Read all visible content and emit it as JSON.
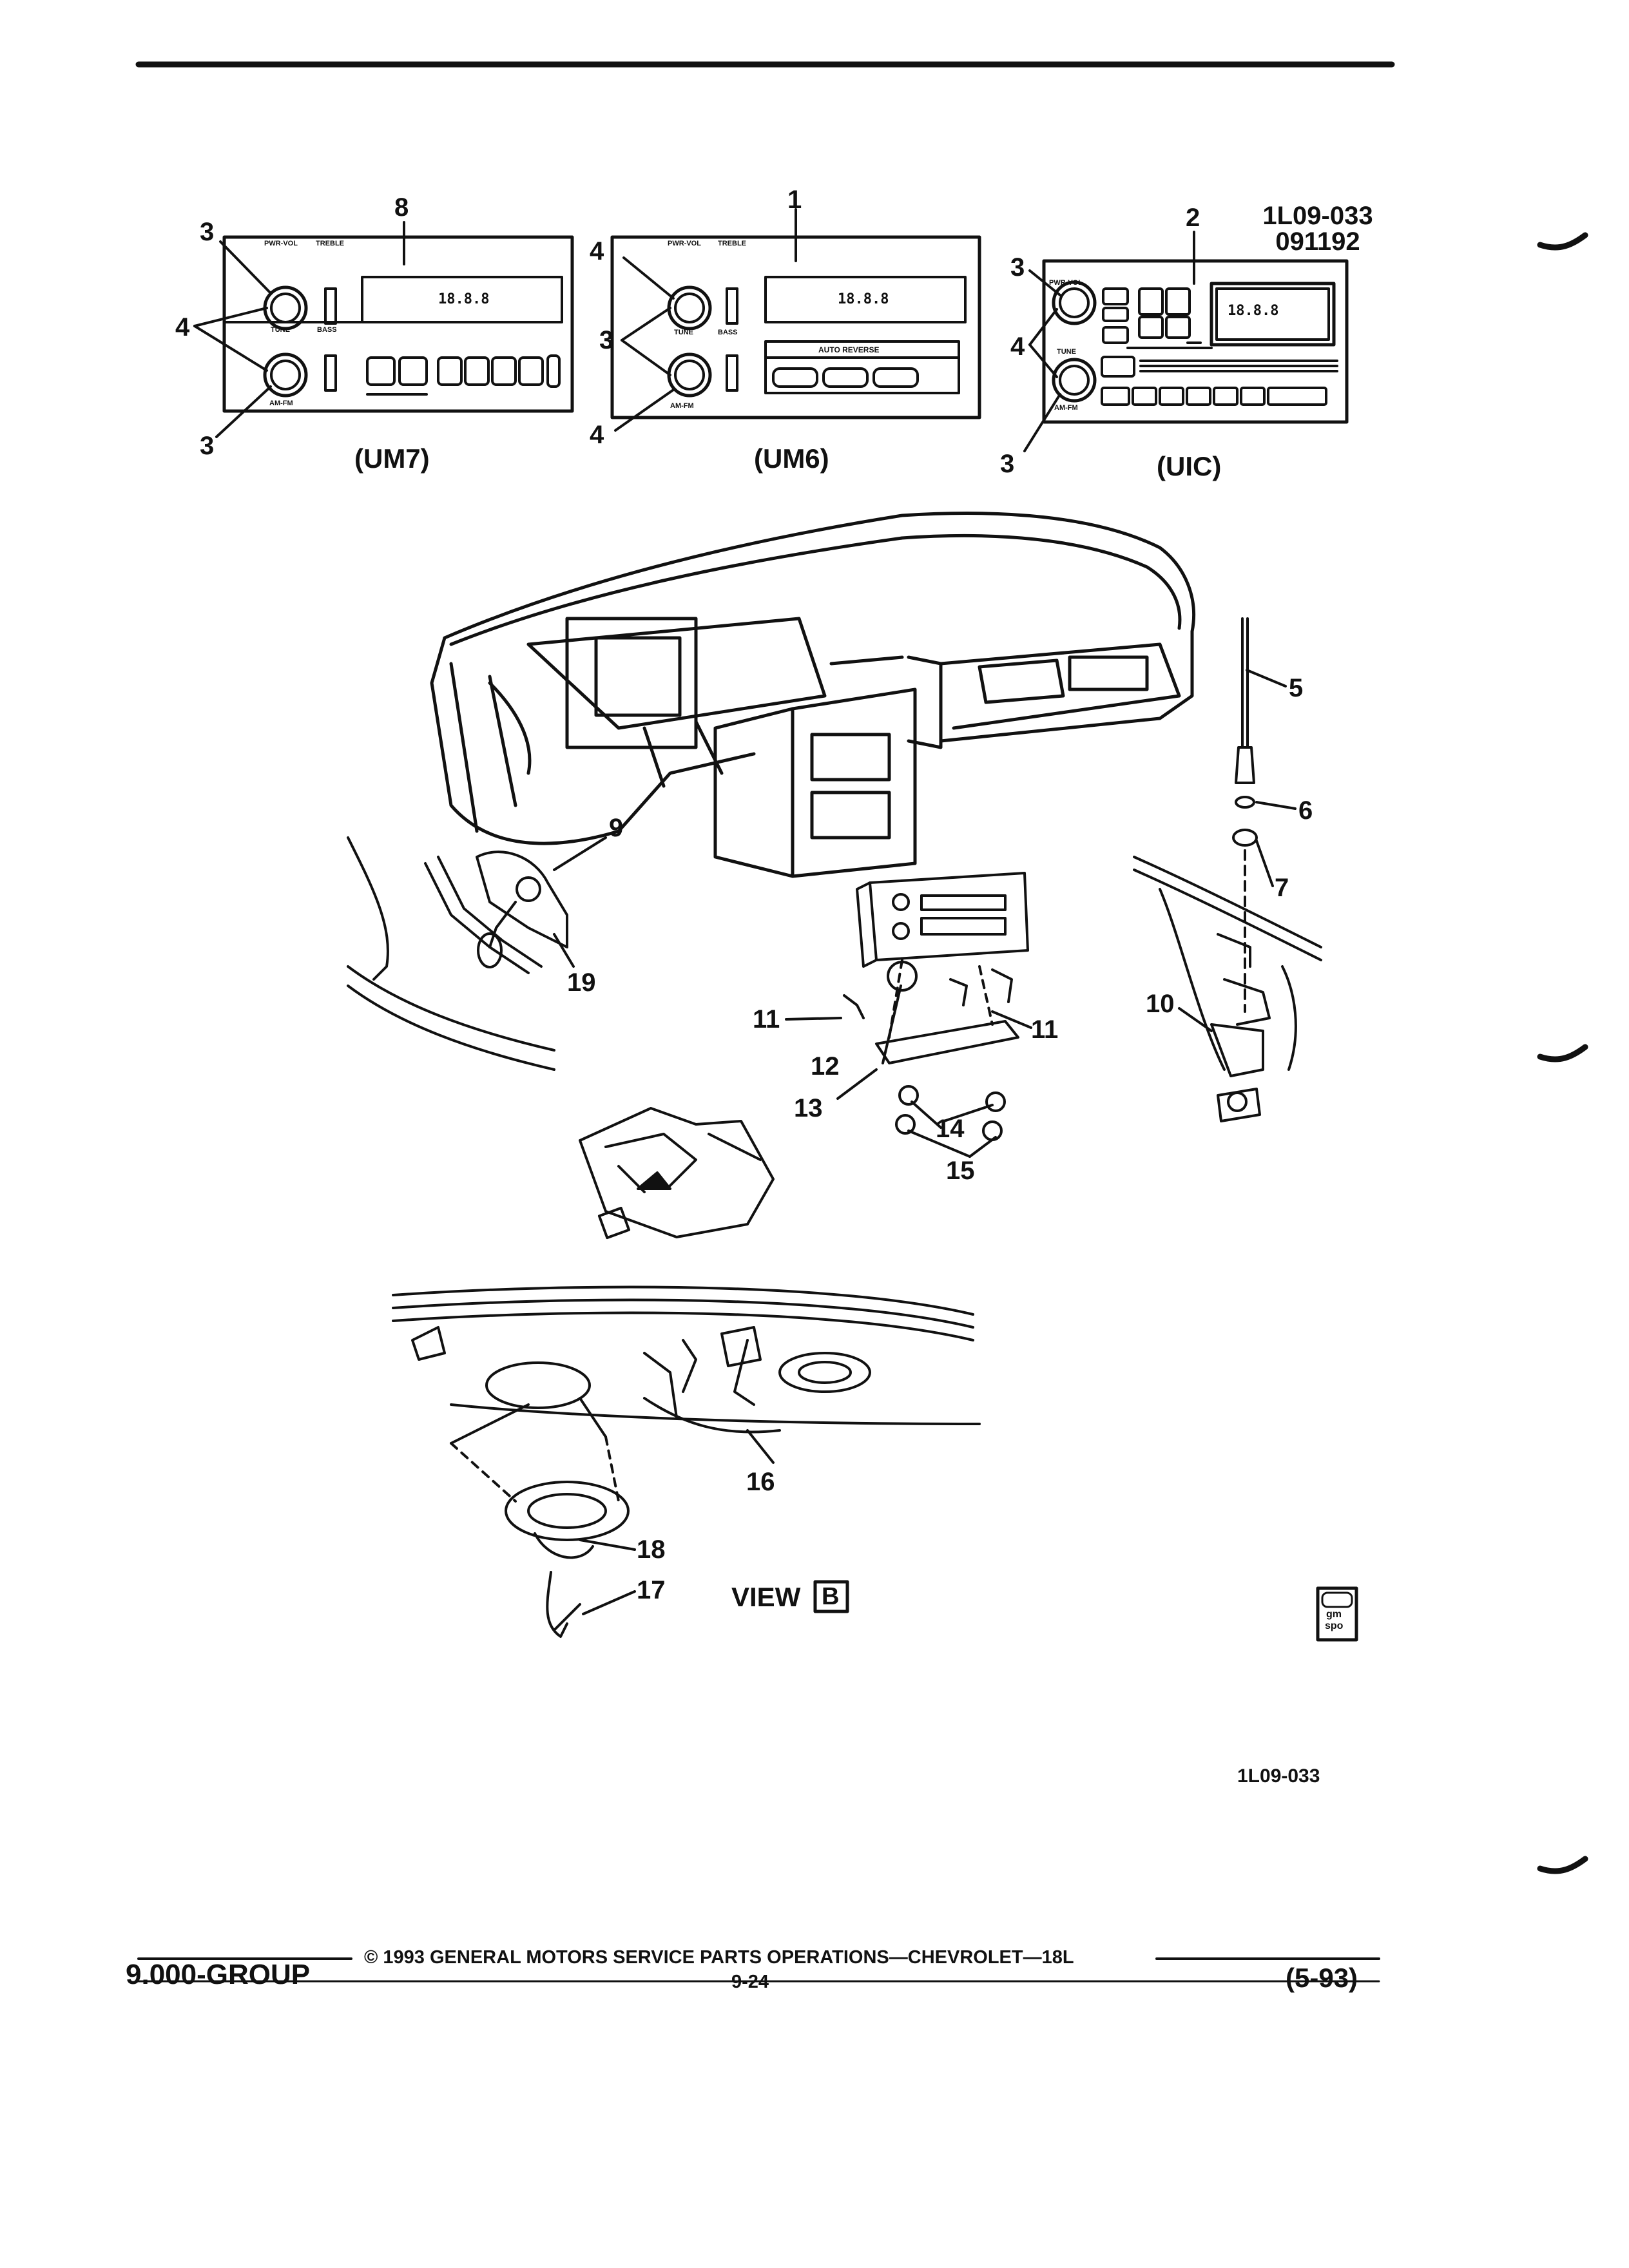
{
  "figure": {
    "id_line1": "1L09-033",
    "id_line2": "091192",
    "bottom_id": "1L09-033",
    "view_label": "VIEW",
    "view_letter": "B"
  },
  "radios": {
    "um7": {
      "label": "(UM7)",
      "callouts": {
        "main": "8",
        "knob_top_a": "3",
        "knob_top_b": "4",
        "knob_bottom": "3"
      },
      "knob_top_text": "PWR-VOL",
      "treble_text": "TREBLE",
      "tune_text": "TUNE",
      "bass_text": "BASS",
      "band_text": "AM-FM",
      "display_text": "18.8.8"
    },
    "um6": {
      "label": "(UM6)",
      "callouts": {
        "main": "1",
        "knob_top": "4",
        "knob_mid": "3",
        "knob_bottom": "4"
      },
      "knob_top_text": "PWR-VOL",
      "treble_text": "TREBLE",
      "tune_text": "TUNE",
      "bass_text": "BASS",
      "band_text": "AM-FM",
      "display_text": "18.8.8",
      "tape_text": "AUTO REVERSE"
    },
    "uic": {
      "label": "(UIC)",
      "callouts": {
        "main": "2",
        "knob_top": "3",
        "knob_mid": "4",
        "knob_bottom": "3"
      },
      "knob_top_text": "PWR-VOL",
      "tune_text": "TUNE",
      "band_text": "AM-FM",
      "display_text": "18.8.8"
    }
  },
  "callouts": {
    "c5": "5",
    "c6": "6",
    "c7": "7",
    "c9": "9",
    "c10": "10",
    "c11a": "11",
    "c11b": "11",
    "c12": "12",
    "c13": "13",
    "c14": "14",
    "c15": "15",
    "c16": "16",
    "c17": "17",
    "c18": "18",
    "c19": "19"
  },
  "footer": {
    "copyright": "© 1993 GENERAL MOTORS SERVICE PARTS OPERATIONS—CHEVROLET—18L",
    "group": "9.000-GROUP",
    "page": "9-24",
    "date": "(5-93)"
  },
  "logo": {
    "line1": "gm",
    "line2": "spo"
  }
}
